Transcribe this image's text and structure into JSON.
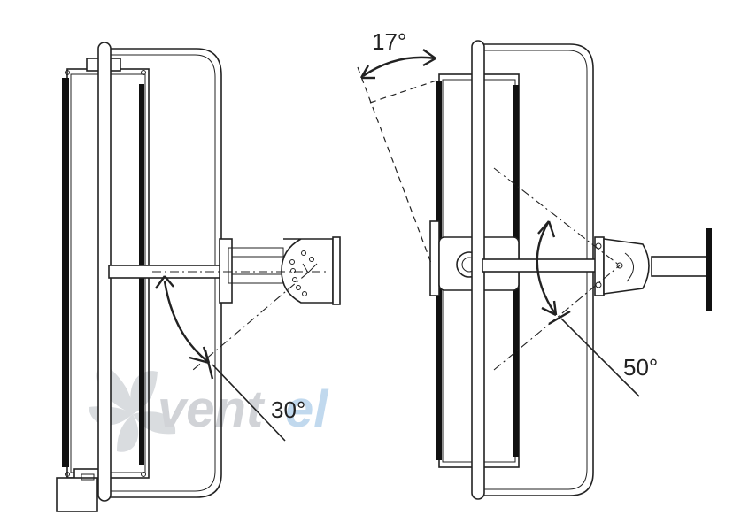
{
  "angles": {
    "left_tilt": "30°",
    "right_top_tilt": "17°",
    "right_swivel": "50°"
  },
  "watermark": {
    "text_a": "vent",
    "text_b": "el",
    "color_a": "#c9ccd1",
    "color_b": "#b7d3ec"
  },
  "colors": {
    "line": "#222222",
    "background": "#ffffff"
  }
}
